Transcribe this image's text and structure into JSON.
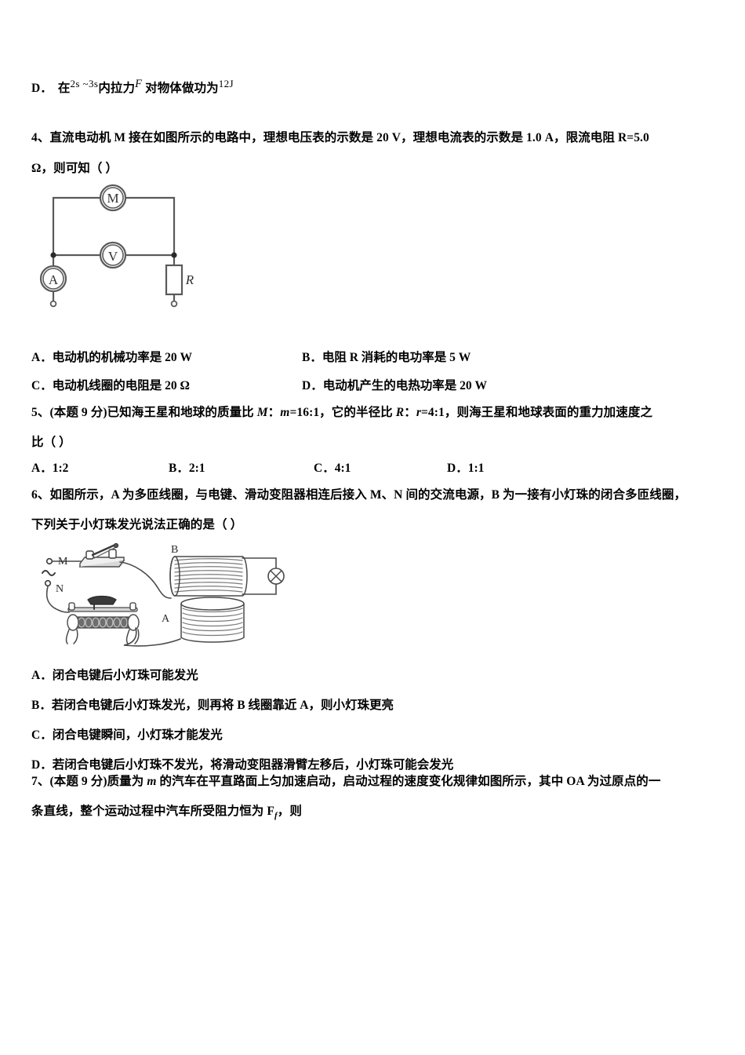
{
  "document": {
    "type": "physics-exam-page",
    "language": "zh-CN"
  },
  "fragment_top": {
    "label": "D．",
    "text_1": "在",
    "sup_1": "2s ~3s",
    "text_2": "内拉力",
    "sup_2": "F",
    "text_3": "对物体做功为",
    "sup_3": "12J"
  },
  "questions": [
    {
      "number": "4、",
      "stem_line_1": "直流电动机 M 接在如图所示的电路中，理想电压表的示数是 20 V，理想电流表的示数是 1.0 A，限流电阻 R=5.0",
      "stem_line_2": "Ω，则可知（   ）",
      "figure": {
        "name": "dc-motor-circuit",
        "labels": {
          "motor": "M",
          "voltmeter": "V",
          "ammeter": "A",
          "resistor": "R"
        }
      },
      "options": [
        {
          "key": "A．",
          "text": "电动机的机械功率是 20 W"
        },
        {
          "key": "B．",
          "text": "电阻 R 消耗的电功率是 5 W"
        },
        {
          "key": "C．",
          "text": "电动机线圈的电阻是 20 Ω"
        },
        {
          "key": "D．",
          "text": "电动机产生的电热功率是 20 W"
        }
      ]
    },
    {
      "number": "5、",
      "stem_prefix": "(本题 9 分)",
      "stem_line_1_a": "已知海王星和地球的质量比 ",
      "stem_var_M": "M",
      "stem_line_1_b": "：",
      "stem_var_m": "m",
      "stem_line_1_c": "=16:1，它的半径比 ",
      "stem_var_R": "R",
      "stem_line_1_d": "：",
      "stem_var_r": "r",
      "stem_line_1_e": "=4:1，则海王星和地球表面的重力加速度之",
      "stem_line_2": "比（ ）",
      "options": [
        {
          "key": "A．",
          "text": "1:2"
        },
        {
          "key": "B．",
          "text": "2:1"
        },
        {
          "key": "C．",
          "text": "4:1"
        },
        {
          "key": "D．",
          "text": "1:1"
        }
      ]
    },
    {
      "number": "6、",
      "stem_line_1": "如图所示，A 为多匝线圈，与电键、滑动变阻器相连后接入 M、N 间的交流电源，B 为一接有小灯珠的闭合多匝线圈，",
      "stem_line_2": "下列关于小灯珠发光说法正确的是（ ）",
      "figure": {
        "name": "mutual-induction-coils",
        "labels": {
          "terminal_m": "M",
          "terminal_n": "N",
          "ac_source": "~",
          "coil_b": "B",
          "coil_a": "A"
        }
      },
      "options": [
        {
          "key": "A．",
          "text": "闭合电键后小灯珠可能发光"
        },
        {
          "key": "B．",
          "text": "若闭合电键后小灯珠发光，则再将 B 线圈靠近 A，则小灯珠更亮"
        },
        {
          "key": "C．",
          "text": "闭合电键瞬间，小灯珠才能发光"
        },
        {
          "key": "D．",
          "text": "若闭合电键后小灯珠不发光，将滑动变阻器滑臂左移后，小灯珠可能会发光"
        }
      ]
    },
    {
      "number": "7、",
      "stem_prefix": "(本题 9 分)",
      "stem_line_1_a": "质量为 ",
      "stem_var_m": "m",
      "stem_line_1_b": " 的汽车在平直路面上匀加速启动，启动过程的速度变化规律如图所示，其中 OA 为过原点的一",
      "stem_line_2_a": "条直线，整个运动过程中汽车所受阻力恒为 ",
      "stem_var_F": "F",
      "stem_var_F_sub": "f",
      "stem_line_2_b": "，则"
    }
  ],
  "colors": {
    "text": "#000000",
    "figure_stroke": "#5a5a5a",
    "figure_stroke_dark": "#333333",
    "background": "#ffffff"
  }
}
